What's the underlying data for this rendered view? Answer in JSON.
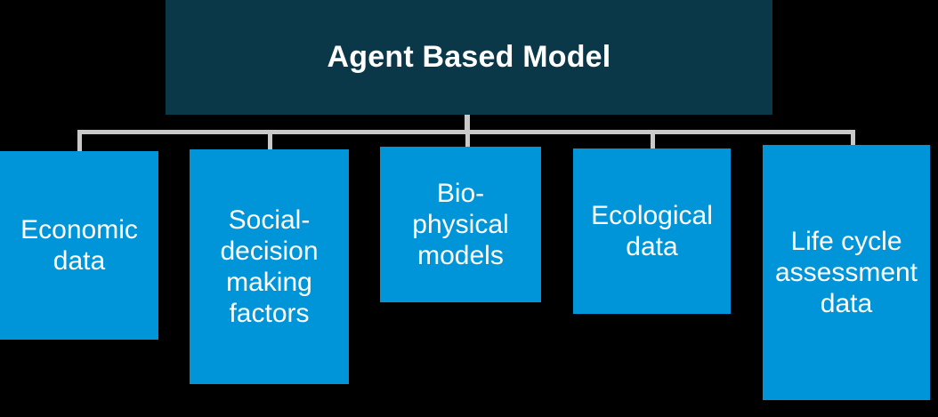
{
  "diagram": {
    "type": "hierarchy-tree",
    "orientation": "top-down",
    "background_color": "#000000",
    "connector_color": "#c9c9c9",
    "root": {
      "label": "Agent Based Model",
      "color": "#0a3849",
      "text_color": "#ffffff"
    },
    "children": [
      {
        "label": "Economic\ndata",
        "color": "#0095d9",
        "text_color": "#ffffff"
      },
      {
        "label": "Social-\ndecision\nmaking\nfactors",
        "color": "#0095d9",
        "text_color": "#ffffff"
      },
      {
        "label": "Bio-\nphysical\nmodels",
        "color": "#0095d9",
        "text_color": "#ffffff"
      },
      {
        "label": "Ecological\ndata",
        "color": "#0095d9",
        "text_color": "#ffffff"
      },
      {
        "label": "Life cycle\nassessment\ndata",
        "color": "#0095d9",
        "text_color": "#ffffff"
      }
    ]
  }
}
